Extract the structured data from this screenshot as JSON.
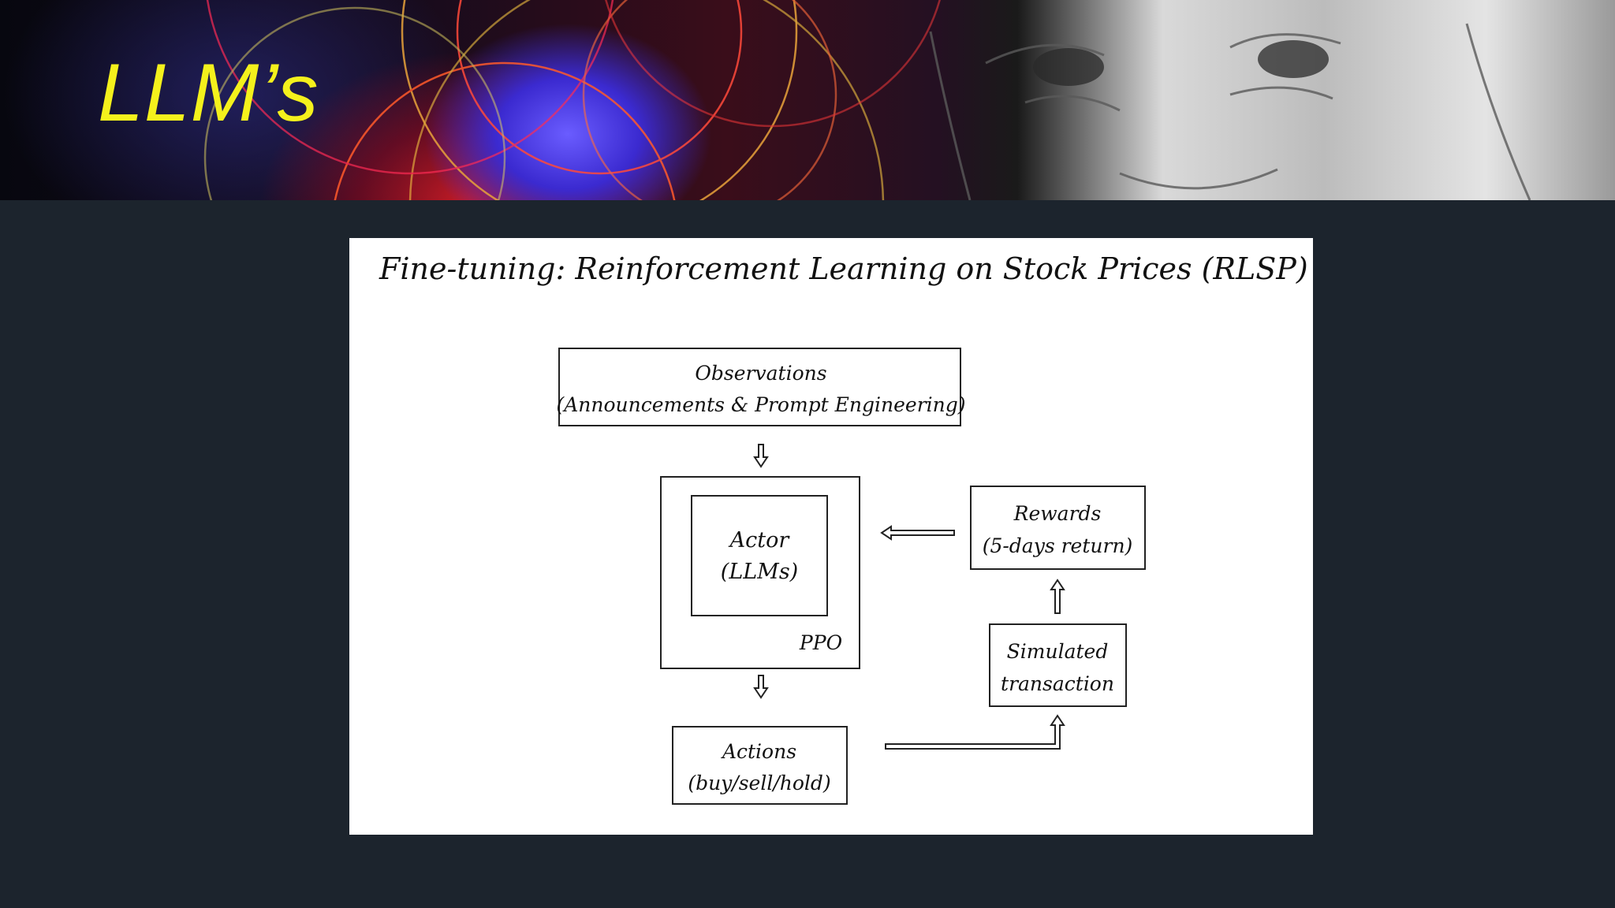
{
  "slide": {
    "title": "LLM’s"
  },
  "diagram": {
    "heading": "Fine-tuning: Reinforcement Learning on Stock Prices (RLSP)",
    "nodes": {
      "observations": {
        "line1": "Observations",
        "line2": "(Announcements & Prompt Engineering)"
      },
      "actor": {
        "line1": "Actor",
        "line2": "(LLMs)"
      },
      "ppo": {
        "label": "PPO"
      },
      "rewards": {
        "line1": "Rewards",
        "line2": "(5-days return)"
      },
      "simulated": {
        "line1": "Simulated",
        "line2": "transaction"
      },
      "actions": {
        "line1": "Actions",
        "line2": "(buy/sell/hold)"
      }
    }
  }
}
